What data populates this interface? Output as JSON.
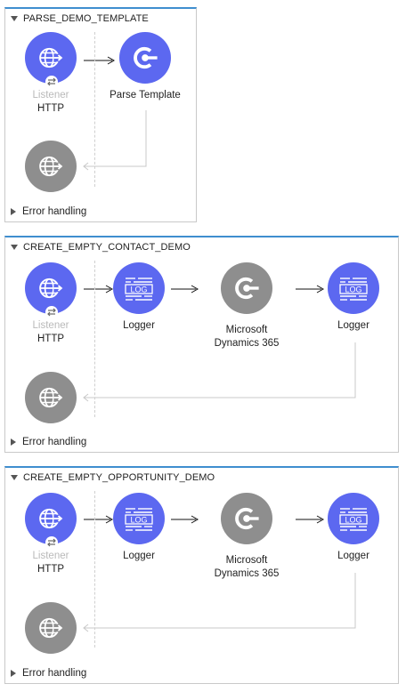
{
  "flows": [
    {
      "name": "PARSE_DEMO_TEMPLATE",
      "error_handling": "Error handling",
      "source": {
        "type_label": "Listener",
        "title": "HTTP"
      },
      "processors": [
        {
          "title_line1": "Parse Template",
          "title_line2": "",
          "icon": "connector-icon",
          "color": "blue"
        }
      ]
    },
    {
      "name": "CREATE_EMPTY_CONTACT_DEMO",
      "error_handling": "Error handling",
      "source": {
        "type_label": "Listener",
        "title": "HTTP"
      },
      "processors": [
        {
          "title_line1": "Logger",
          "title_line2": "",
          "icon": "logger-icon",
          "color": "blue"
        },
        {
          "title_line1": "Microsoft",
          "title_line2": "Dynamics 365",
          "icon": "connector-icon",
          "color": "gray"
        },
        {
          "title_line1": "Logger",
          "title_line2": "",
          "icon": "logger-icon",
          "color": "blue"
        }
      ]
    },
    {
      "name": "CREATE_EMPTY_OPPORTUNITY_DEMO",
      "error_handling": "Error handling",
      "source": {
        "type_label": "Listener",
        "title": "HTTP"
      },
      "processors": [
        {
          "title_line1": "Logger",
          "title_line2": "",
          "icon": "logger-icon",
          "color": "blue"
        },
        {
          "title_line1": "Microsoft",
          "title_line2": "Dynamics 365",
          "icon": "connector-icon",
          "color": "gray"
        },
        {
          "title_line1": "Logger",
          "title_line2": "",
          "icon": "logger-icon",
          "color": "blue"
        }
      ]
    }
  ],
  "icons": {
    "logger_text": "LOG",
    "listener_icon": "globe-arrow-icon",
    "badge_icon": "exchange-icon",
    "response_icon": "globe-arrow-icon"
  },
  "colors": {
    "node_blue": "#5c68f0",
    "node_gray": "#8e8e8e",
    "flow_border_top": "#3f8ecf"
  }
}
